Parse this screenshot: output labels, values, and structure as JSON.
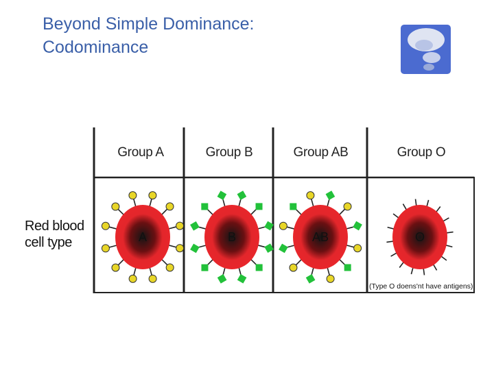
{
  "slide": {
    "title_line1": "Beyond Simple Dominance:",
    "title_line2": "Codominance"
  },
  "logo": {
    "icon": "thought-bubble-icon",
    "bg_color": "#4b6bd0"
  },
  "table": {
    "row_label_line1": "Red blood",
    "row_label_line2": "cell type",
    "columns": [
      {
        "header": "Group A",
        "cell_label": "A",
        "antigens": "A"
      },
      {
        "header": "Group B",
        "cell_label": "B",
        "antigens": "B"
      },
      {
        "header": "Group AB",
        "cell_label": "AB",
        "antigens": "AB"
      },
      {
        "header": "Group O",
        "cell_label": "O",
        "antigens": "none"
      }
    ],
    "note": "(Type O doens'nt have antigens)"
  },
  "colors": {
    "cell_red": "#e3262b",
    "cell_dark": "#222222",
    "antigen_a": "#e8d628",
    "antigen_b": "#22c13a",
    "border": "#222222"
  }
}
